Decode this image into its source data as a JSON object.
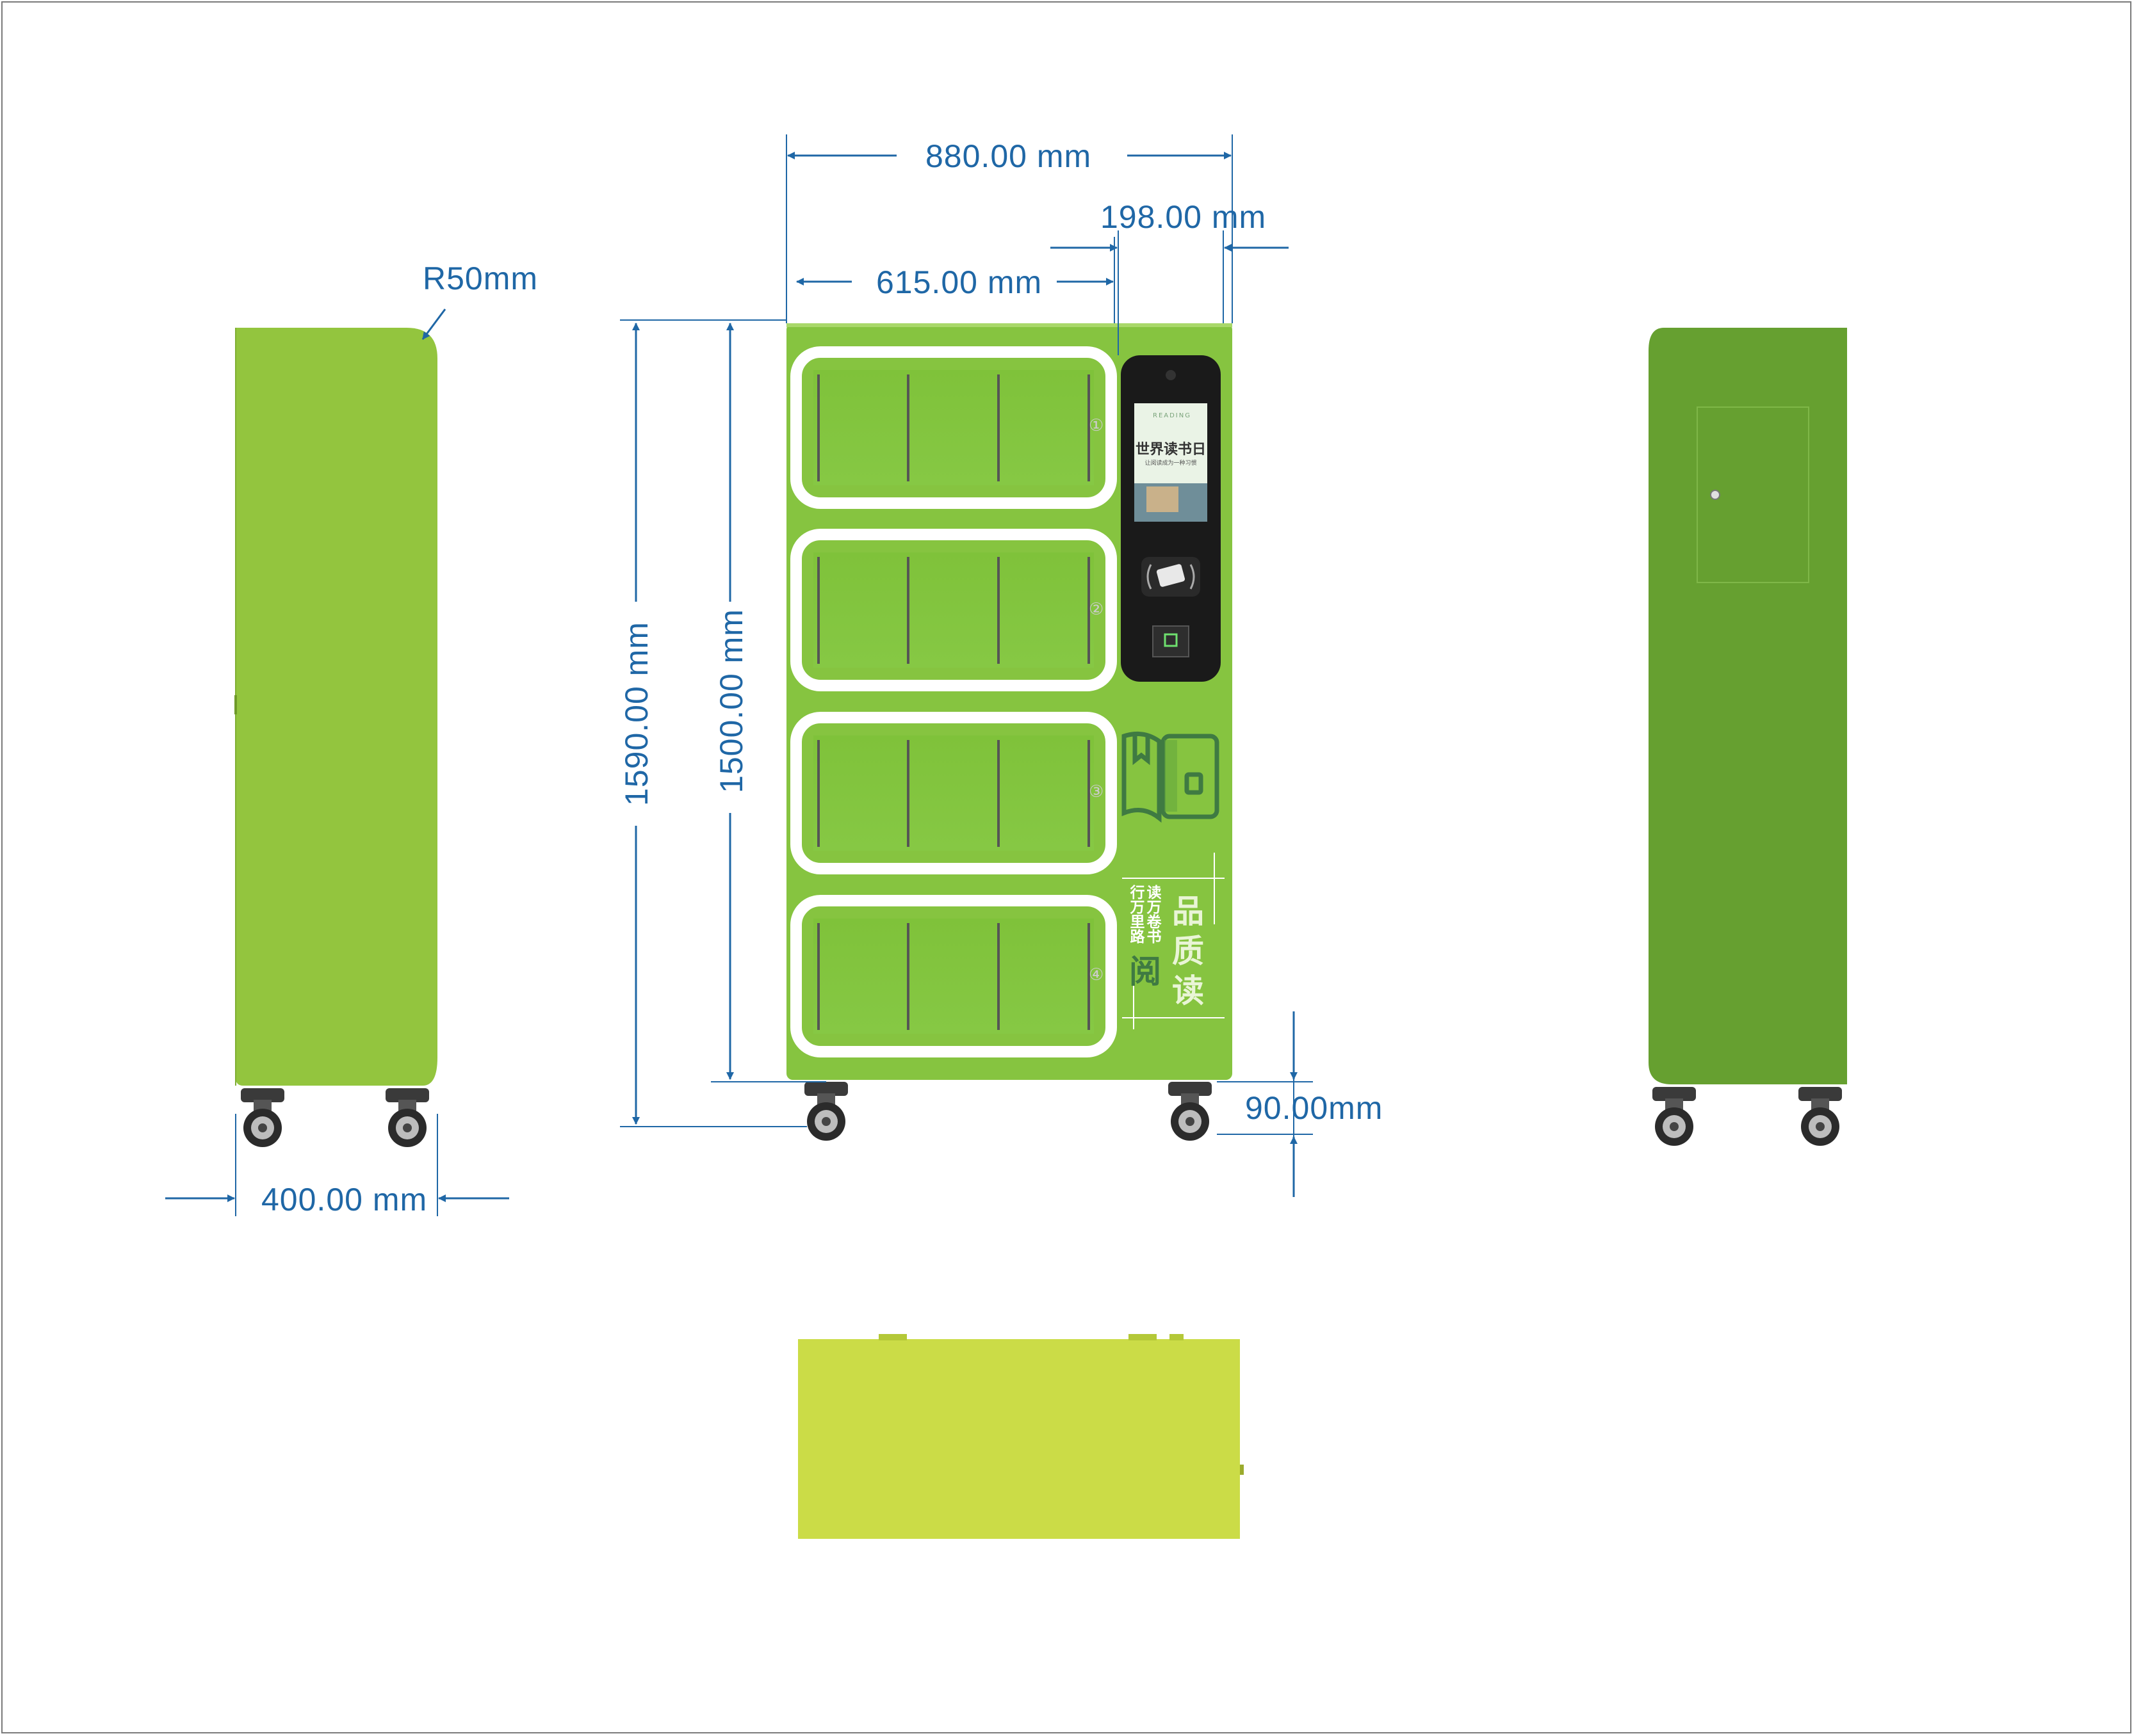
{
  "dimensions": {
    "front_width": "880.00 mm",
    "screen_width": "198.00 mm",
    "shelf_width": "615.00 mm",
    "side_corner_radius": "R50mm",
    "total_height": "1590.00 mm",
    "body_height": "1500.00 mm",
    "caster_height": "90.00mm",
    "side_depth": "400.00 mm"
  },
  "shelf_labels": [
    "①",
    "②",
    "③",
    "④"
  ],
  "screen": {
    "header": "READING",
    "title": "世界读书日",
    "subtitle": "让阅读成为一种习惯"
  },
  "slogan": {
    "line1": "读万卷书",
    "line2": "行万里路",
    "big1": "品",
    "big2": "质",
    "big3": "读",
    "big4": "阅"
  },
  "colors": {
    "dimension_line": "#1f67a6",
    "side_green": "#93c53e",
    "front_green": "#86c440",
    "back_green": "#66a030",
    "top_green": "#cbdc47",
    "panel_dark": "#1a1a1a"
  }
}
